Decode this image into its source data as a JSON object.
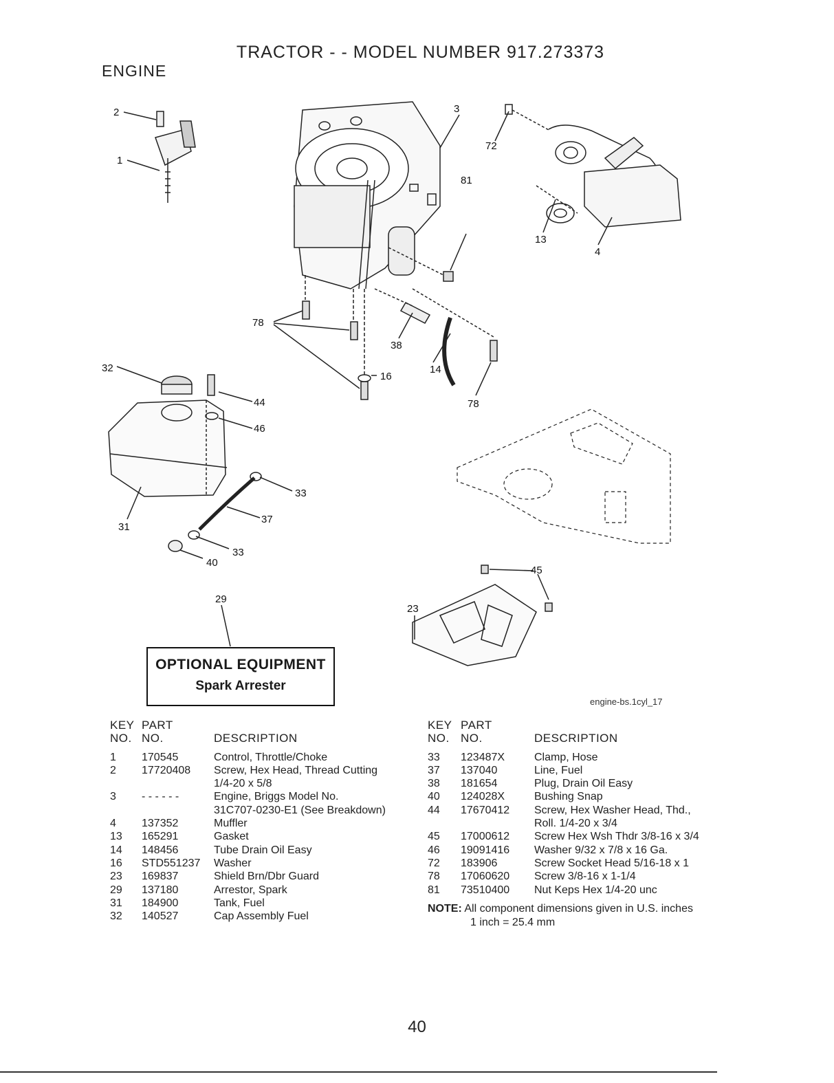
{
  "title": "TRACTOR - - MODEL NUMBER 917.273373",
  "section": "ENGINE",
  "callouts": {
    "c2": "2",
    "c1": "1",
    "c3": "3",
    "c72": "72",
    "c81": "81",
    "c13": "13",
    "c4": "4",
    "c78a": "78",
    "c38": "38",
    "c14": "14",
    "c16": "16",
    "c78b": "78",
    "c32": "32",
    "c44": "44",
    "c46": "46",
    "c33a": "33",
    "c37": "37",
    "c31": "31",
    "c33b": "33",
    "c40": "40",
    "c45": "45",
    "c23": "23",
    "c29": "29"
  },
  "optional": {
    "title": "OPTIONAL EQUIPMENT",
    "subtitle": "Spark Arrester"
  },
  "diagram_ref": "engine-bs.1cyl_17",
  "table_headers": {
    "key1": "KEY",
    "key2": "NO.",
    "part1": "PART",
    "part2": "NO.",
    "desc": "DESCRIPTION"
  },
  "parts_left": [
    {
      "key": "1",
      "part": "170545",
      "desc": "Control, Throttle/Choke"
    },
    {
      "key": "2",
      "part": "17720408",
      "desc": "Screw, Hex Head, Thread Cutting"
    },
    {
      "key": "",
      "part": "",
      "desc": "1/4-20 x 5/8"
    },
    {
      "key": "3",
      "part": "- - - - - -",
      "desc": "Engine, Briggs Model No."
    },
    {
      "key": "",
      "part": "",
      "desc": "31C707-0230-E1 (See Breakdown)"
    },
    {
      "key": "4",
      "part": "137352",
      "desc": "Muffler"
    },
    {
      "key": "13",
      "part": "165291",
      "desc": "Gasket"
    },
    {
      "key": "14",
      "part": "148456",
      "desc": "Tube Drain Oil Easy"
    },
    {
      "key": "16",
      "part": "STD551237",
      "desc": "Washer"
    },
    {
      "key": "23",
      "part": "169837",
      "desc": "Shield Brn/Dbr Guard"
    },
    {
      "key": "29",
      "part": "137180",
      "desc": "Arrestor, Spark"
    },
    {
      "key": "31",
      "part": "184900",
      "desc": "Tank, Fuel"
    },
    {
      "key": "32",
      "part": "140527",
      "desc": "Cap Assembly Fuel"
    }
  ],
  "parts_right": [
    {
      "key": "33",
      "part": "123487X",
      "desc": "Clamp, Hose"
    },
    {
      "key": "37",
      "part": "137040",
      "desc": "Line, Fuel"
    },
    {
      "key": "38",
      "part": "181654",
      "desc": "Plug, Drain Oil Easy"
    },
    {
      "key": "40",
      "part": "124028X",
      "desc": "Bushing Snap"
    },
    {
      "key": "44",
      "part": "17670412",
      "desc": "Screw, Hex Washer Head, Thd.,"
    },
    {
      "key": "",
      "part": "",
      "desc": "Roll. 1/4-20 x 3/4"
    },
    {
      "key": "45",
      "part": "17000612",
      "desc": "Screw Hex Wsh Thdr 3/8-16 x 3/4"
    },
    {
      "key": "46",
      "part": "19091416",
      "desc": "Washer 9/32 x 7/8 x 16 Ga."
    },
    {
      "key": "72",
      "part": "183906",
      "desc": "Screw Socket Head 5/16-18 x 1"
    },
    {
      "key": "78",
      "part": "17060620",
      "desc": "Screw 3/8-16 x 1-1/4"
    },
    {
      "key": "81",
      "part": "73510400",
      "desc": "Nut Keps Hex 1/4-20 unc"
    }
  ],
  "note": {
    "label": "NOTE:",
    "line1": "All component dimensions given in U.S. inches",
    "line2": "1 inch = 25.4 mm"
  },
  "page_number": "40"
}
